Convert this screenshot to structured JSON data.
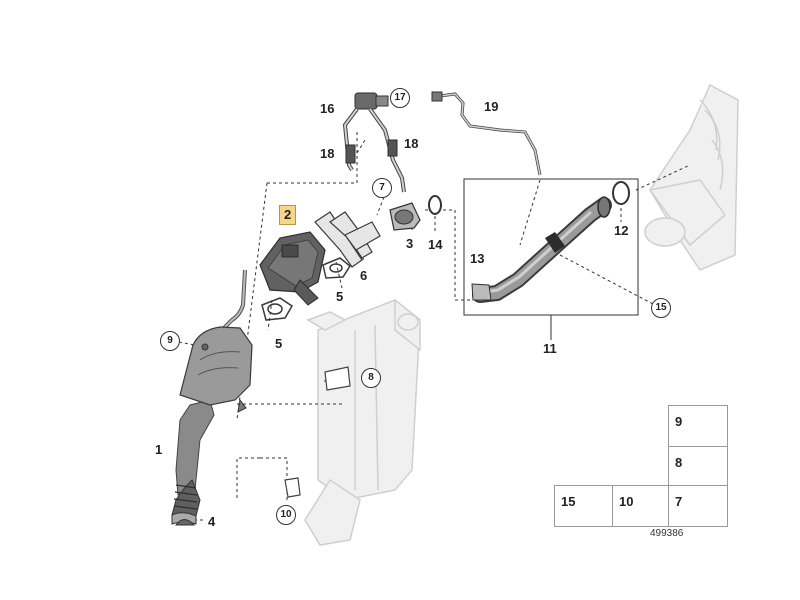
{
  "callouts": {
    "c1": "1",
    "c2": "2",
    "c3": "3",
    "c4": "4",
    "c5a": "5",
    "c5b": "5",
    "c6": "6",
    "c7": "7",
    "c8": "8",
    "c9": "9",
    "c10": "10",
    "c11": "11",
    "c12": "12",
    "c13": "13",
    "c14": "14",
    "c15": "15",
    "c16": "16",
    "c17": "17",
    "c18a": "18",
    "c18b": "18",
    "c19": "19"
  },
  "legend": {
    "l9": "9",
    "l8": "8",
    "l15": "15",
    "l10": "10",
    "l7": "7"
  },
  "ref_number": "499386",
  "colors": {
    "highlight": "#f5d68a",
    "part_dark": "#6d6d6d",
    "part_light": "#cfcfcf"
  }
}
